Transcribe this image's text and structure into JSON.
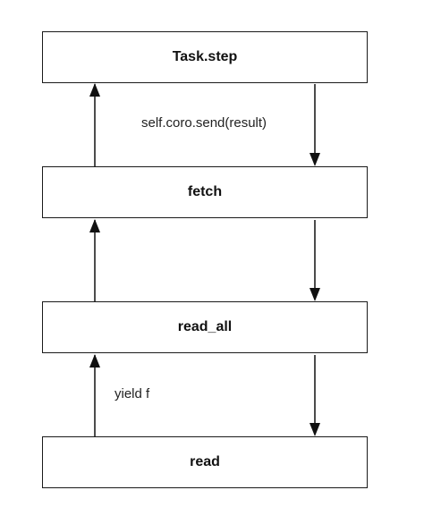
{
  "nodes": {
    "task_step": "Task.step",
    "fetch": "fetch",
    "read_all": "read_all",
    "read": "read"
  },
  "edges": {
    "send_label": "self.coro.send(result)",
    "yield_label": "yield f"
  }
}
